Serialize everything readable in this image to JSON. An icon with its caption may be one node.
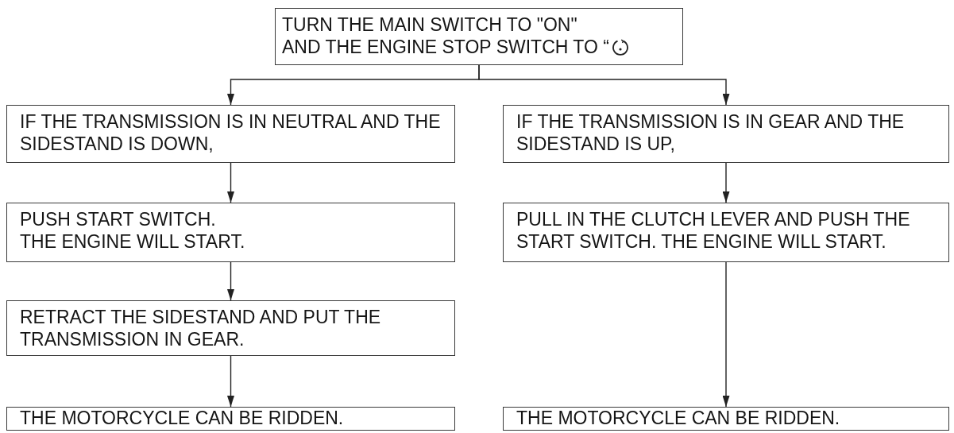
{
  "diagram": {
    "nodes": [
      {
        "text": [
          "TURN THE MAIN SWITCH TO \"ON\" AND THE ENGINE STOP SWITCH TO “"
        ]
      },
      {
        "text": [
          "IF THE TRANSMISSION IS IN NEUTRAL AND THE SIDESTAND IS DOWN,"
        ]
      },
      {
        "text": [
          "IF THE TRANSMISSION IS IN GEAR AND THE SIDESTAND IS UP,"
        ]
      },
      {
        "text": [
          "PUSH START SWITCH. THE ENGINE WILL START."
        ]
      },
      {
        "text": [
          "PULL IN THE CLUTCH LEVER AND PUSH THE START SWITCH. THE ENGINE WILL START."
        ]
      },
      {
        "text": [
          "RETRACT THE SIDESTAND AND PUT THE TRANSMISSION IN GEAR."
        ]
      },
      {
        "text": [
          "THE MOTORCYCLE CAN BE RIDDEN."
        ]
      },
      {
        "text": [
          "THE MOTORCYCLE CAN BE RIDDEN."
        ]
      }
    ],
    "edges": [
      {
        "from": 0,
        "to": 1,
        "arrow": "to"
      },
      {
        "from": 0,
        "to": 2,
        "arrow": "to"
      },
      {
        "from": 1,
        "to": 3,
        "arrow": "to"
      },
      {
        "from": 3,
        "to": 5,
        "arrow": "to"
      },
      {
        "from": 5,
        "to": 6,
        "arrow": "to"
      },
      {
        "from": 2,
        "to": 4,
        "arrow": "to"
      },
      {
        "from": 4,
        "to": 7,
        "arrow": "to"
      }
    ]
  }
}
